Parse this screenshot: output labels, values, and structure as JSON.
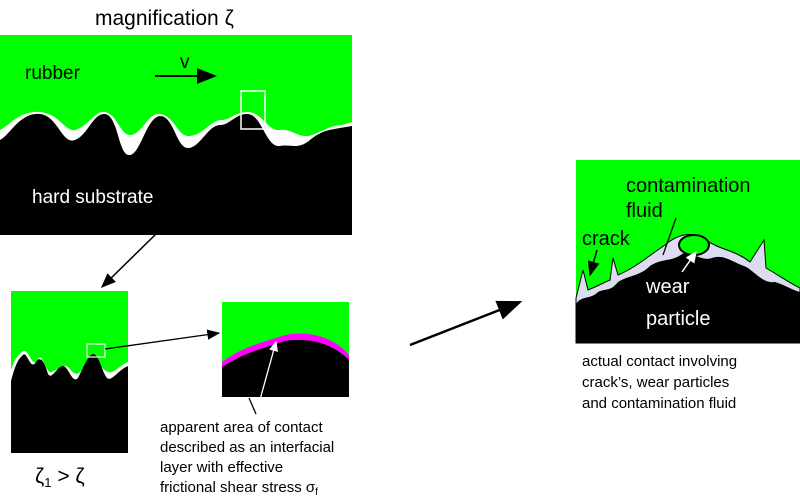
{
  "title": "magnification ζ",
  "top_panel": {
    "rubber_label": "rubber",
    "velocity_label": "v",
    "substrate_label": "hard substrate"
  },
  "magnified_panel": {
    "caption_base": "ζ",
    "caption_sub": "1",
    "caption_rest": " > ζ"
  },
  "interface_caption": {
    "lines": [
      "apparent area of contact",
      "described as an interfacial",
      "layer with effective",
      "frictional shear stress σ"
    ],
    "subscript": "f"
  },
  "right_panel": {
    "contamination_label": "contamination",
    "fluid_label": "fluid",
    "crack_label": "crack",
    "wear_label": "wear",
    "particle_label": "particle",
    "caption_lines": [
      "actual contact involving",
      "crack’s, wear particles",
      "and contamination fluid"
    ]
  },
  "colors": {
    "rubber": "#00ff00",
    "substrate": "#000000",
    "interfacial_layer": "#ff00ff",
    "gap": "#ffffff",
    "fluid": "#dcdcf0"
  }
}
